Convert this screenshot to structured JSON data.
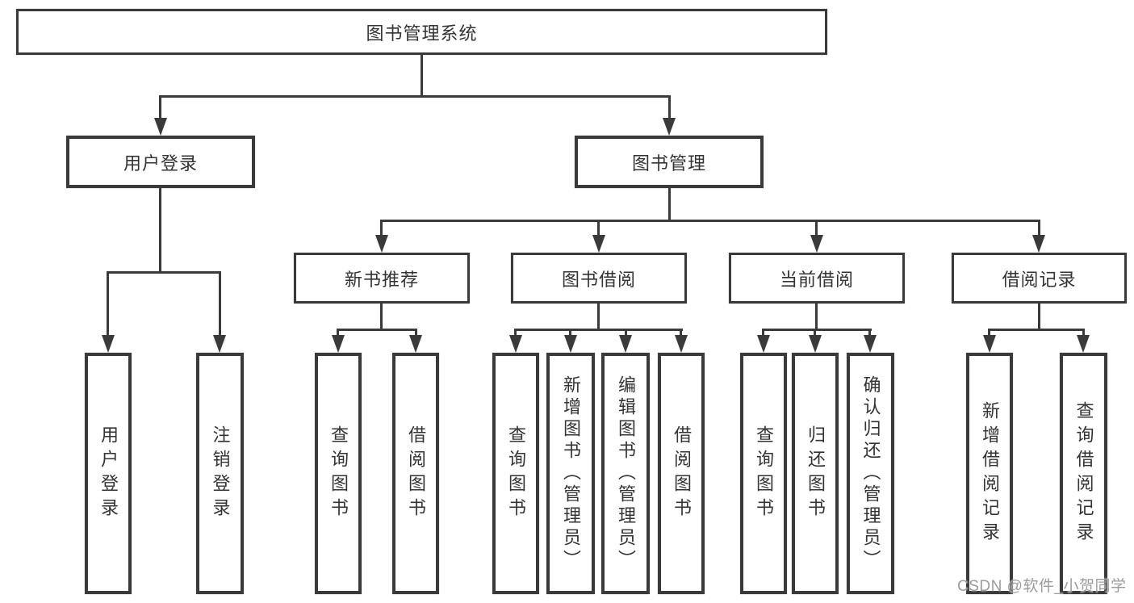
{
  "diagram": {
    "root": "图书管理系统",
    "level2": {
      "user": "用户登录",
      "mgmt": "图书管理"
    },
    "level3": {
      "recommend": "新书推荐",
      "borrow": "图书借阅",
      "current": "当前借阅",
      "records": "借阅记录"
    },
    "leaves": {
      "user": [
        "用户登录",
        "注销登录"
      ],
      "recommend": [
        "查询图书",
        "借阅图书"
      ],
      "borrow": [
        "查询图书",
        "新增图书（管理员）",
        "编辑图书（管理员）",
        "借阅图书"
      ],
      "current": [
        "查询图书",
        "归还图书",
        "确认归还（管理员）"
      ],
      "records": [
        "新增借阅记录",
        "查询借阅记录"
      ]
    }
  },
  "watermark": "CSDN @软件_小贺同学",
  "colors": {
    "line": "#3a3a3a",
    "text": "#333333",
    "watermark": "#9c9c9c",
    "background": "#ffffff"
  }
}
